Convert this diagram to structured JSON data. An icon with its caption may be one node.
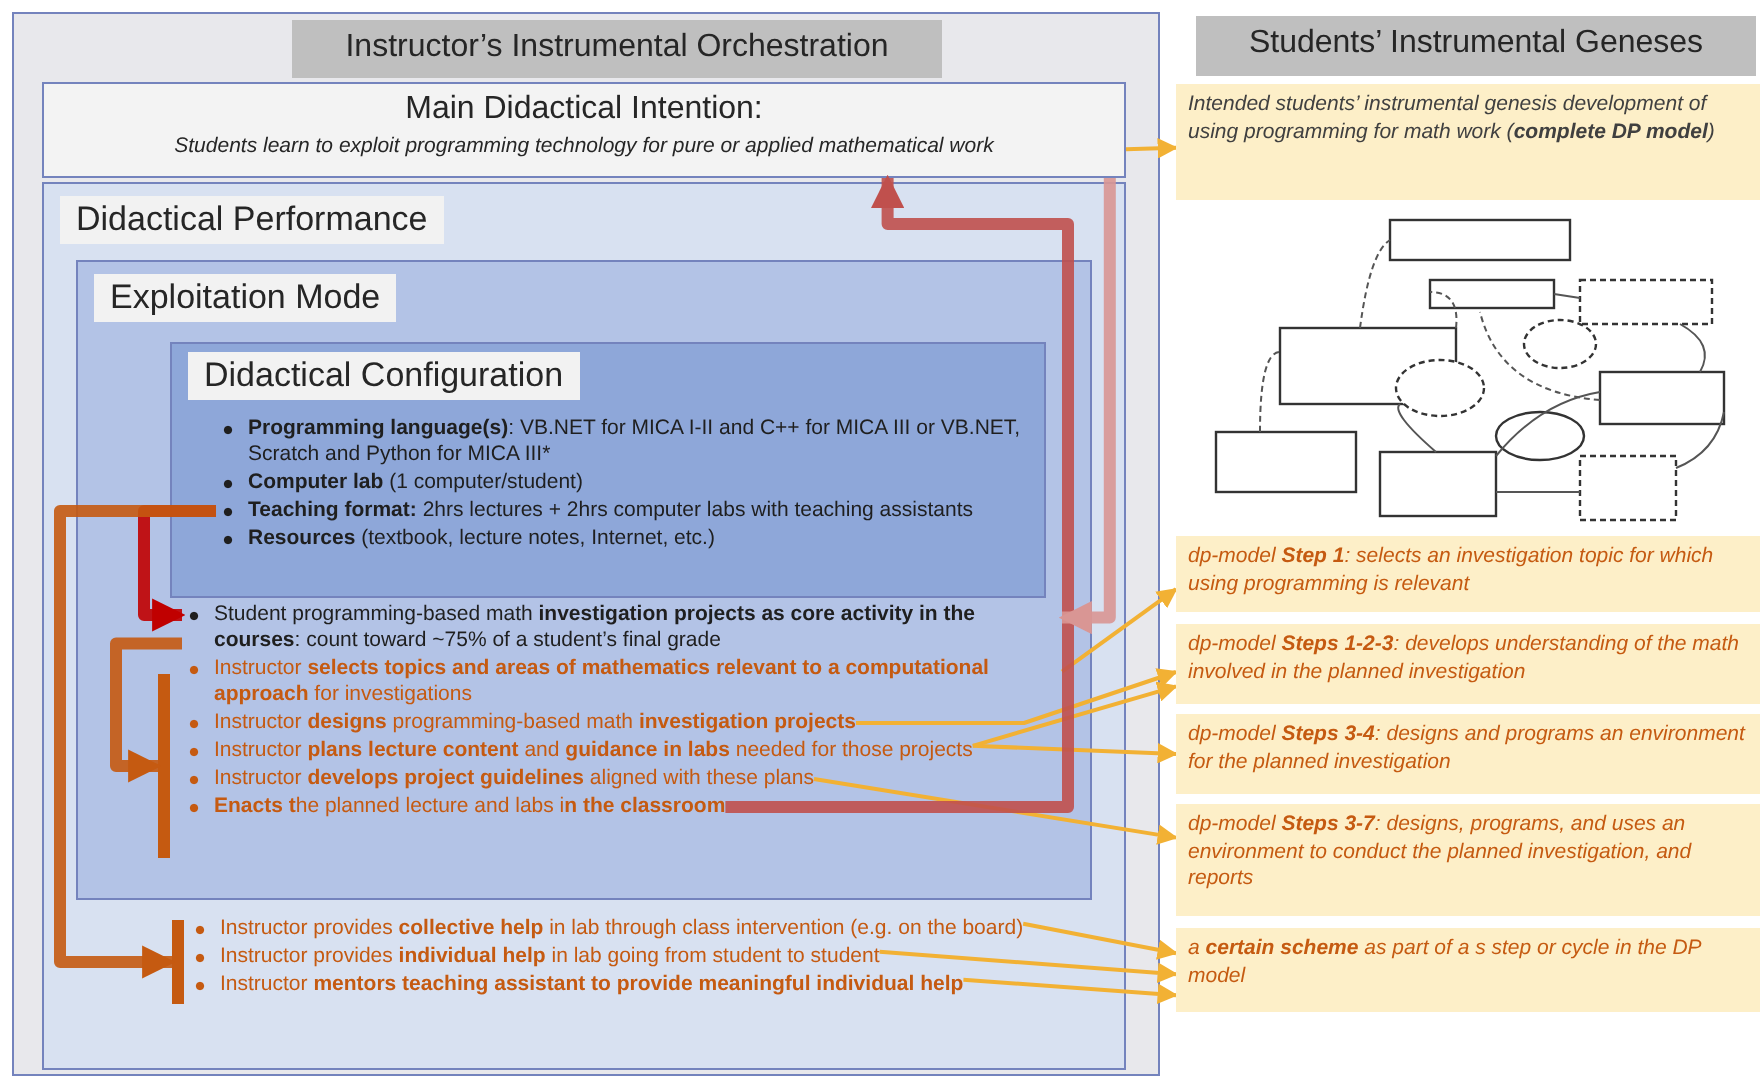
{
  "diagram": {
    "nodes": [
      {
        "text": [
          "Instructor’s Instrumental Orchestration"
        ]
      },
      {
        "text": [
          "Main Didactical Intention:",
          "Students learn to exploit programming technology for pure or applied mathematical work"
        ],
        "in": 0
      },
      {
        "text": [
          "Didactical Performance"
        ],
        "in": 0
      },
      {
        "text": [
          "Exploitation Mode"
        ],
        "in": 2
      },
      {
        "text": [
          "Didactical Configuration"
        ],
        "in": 3
      },
      {
        "text": [
          "**Programming language(s)**: VB.NET for MICA I-II and C++ for MICA III or VB.NET, Scratch and Python for MICA III*"
        ],
        "in": 4
      },
      {
        "text": [
          "**Computer lab** (1 computer/student)"
        ],
        "in": 4
      },
      {
        "text": [
          "**Teaching format:** 2hrs lectures + 2hrs computer labs with teaching assistants"
        ],
        "in": 4
      },
      {
        "text": [
          "**Resources** (textbook, lecture notes, Internet, etc.)"
        ],
        "in": 4
      },
      {
        "text": [
          "Student programming-based math **investigation projects as core activity in the courses**: count toward ~75% of a student’s final grade"
        ],
        "in": 3
      },
      {
        "text": [],
        "shape": "bar",
        "in": 3
      },
      {
        "text": [
          "Instructor **selects topics and areas of mathematics relevant to a computational approach** for investigations"
        ],
        "in": 3
      },
      {
        "text": [
          "Instructor **designs** programming-based math **investigation projects**"
        ],
        "in": 3
      },
      {
        "text": [
          "Instructor **plans lecture content** and **guidance in labs** needed for those projects"
        ],
        "in": 3
      },
      {
        "text": [
          "Instructor **develops project guidelines** aligned with these plans"
        ],
        "in": 3
      },
      {
        "text": [
          "**Enacts t**he planned lecture and labs i**n the classroom**"
        ],
        "in": 3
      },
      {
        "text": [],
        "shape": "bar",
        "in": 2
      },
      {
        "text": [
          "Instructor provides **collective help** in lab through class intervention (e.g. on the board)"
        ],
        "in": 2
      },
      {
        "text": [
          "Instructor provides **individual help** in lab going from student to student"
        ],
        "in": 2
      },
      {
        "text": [
          "Instructor **mentors teaching assistant to provide meaningful individual help**"
        ],
        "in": 2
      },
      {
        "text": [
          "Students’ Instrumental Geneses"
        ]
      },
      {
        "text": [
          "Intended students’ instrumental genesis development of using programming for math work (**complete DP model**)"
        ]
      },
      {
        "text": [
          "dp-model **Step 1**: selects an investigation topic for which using programming is relevant"
        ]
      },
      {
        "text": [
          "dp-model **Steps 1-2-3**: develops understanding of the math involved in the planned investigation"
        ]
      },
      {
        "text": [
          "dp-model **Steps 3-4**: designs and programs an environment for the planned investigation"
        ]
      },
      {
        "text": [
          "dp-model **Steps 3-7**: designs, programs, and uses an environment to conduct the planned investigation, and reports"
        ]
      },
      {
        "text": [
          "a **certain scheme** as part of a s step or cycle in the DP model"
        ]
      }
    ],
    "edges": [
      {
        "from": 1,
        "to": 21,
        "arrow": "to"
      },
      {
        "from": 11,
        "to": 22,
        "arrow": "to"
      },
      {
        "from": 12,
        "to": 23,
        "arrow": "to"
      },
      {
        "from": 13,
        "to": 23,
        "arrow": "to"
      },
      {
        "from": 13,
        "to": 24,
        "arrow": "to"
      },
      {
        "from": 14,
        "to": 25,
        "arrow": "to"
      },
      {
        "from": 17,
        "to": 26,
        "arrow": "to"
      },
      {
        "from": 18,
        "to": 26,
        "arrow": "to"
      },
      {
        "from": 19,
        "to": 26,
        "arrow": "to"
      },
      {
        "from": 15,
        "to": 1,
        "arrow": "to",
        "style": "thick",
        "color": "#c0504d"
      },
      {
        "from": 1,
        "to": 9,
        "arrow": "to",
        "style": "thick",
        "color": "#d99694"
      },
      {
        "from": 7,
        "to": 9,
        "arrow": "to",
        "style": "thick",
        "color": "#c00000"
      },
      {
        "from": 7,
        "to": 16,
        "arrow": "to",
        "style": "thick",
        "color": "#c55a11"
      },
      {
        "from": 9,
        "to": 10,
        "arrow": "to",
        "style": "thick",
        "color": "#c55a11"
      }
    ]
  }
}
